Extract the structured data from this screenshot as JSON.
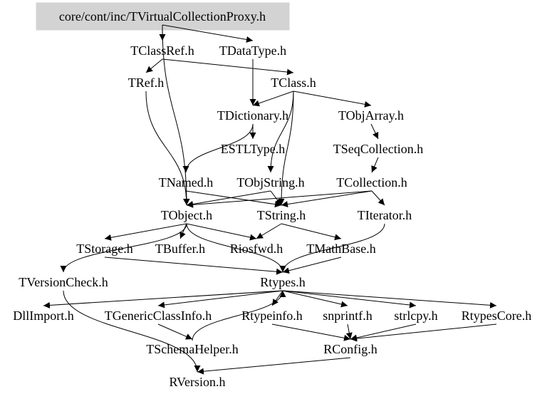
{
  "diagram": {
    "type": "include-dependency-graph",
    "root": "core/cont/inc/TVirtualCollectionProxy.h",
    "root_fill": "#d3d3d3",
    "nodes": [
      {
        "id": "root",
        "label": "core/cont/inc/TVirtualCollectionProxy.h"
      },
      {
        "id": "TClassRef",
        "label": "TClassRef.h"
      },
      {
        "id": "TDataType",
        "label": "TDataType.h"
      },
      {
        "id": "TRef",
        "label": "TRef.h"
      },
      {
        "id": "TClass",
        "label": "TClass.h"
      },
      {
        "id": "TDictionary",
        "label": "TDictionary.h"
      },
      {
        "id": "TObjArray",
        "label": "TObjArray.h"
      },
      {
        "id": "ESTLType",
        "label": "ESTLType.h"
      },
      {
        "id": "TSeqCollection",
        "label": "TSeqCollection.h"
      },
      {
        "id": "TNamed",
        "label": "TNamed.h"
      },
      {
        "id": "TObjString",
        "label": "TObjString.h"
      },
      {
        "id": "TCollection",
        "label": "TCollection.h"
      },
      {
        "id": "TObject",
        "label": "TObject.h"
      },
      {
        "id": "TString",
        "label": "TString.h"
      },
      {
        "id": "TIterator",
        "label": "TIterator.h"
      },
      {
        "id": "TStorage",
        "label": "TStorage.h"
      },
      {
        "id": "TBuffer",
        "label": "TBuffer.h"
      },
      {
        "id": "Riosfwd",
        "label": "Riosfwd.h"
      },
      {
        "id": "TMathBase",
        "label": "TMathBase.h"
      },
      {
        "id": "TVersionCheck",
        "label": "TVersionCheck.h"
      },
      {
        "id": "Rtypes",
        "label": "Rtypes.h"
      },
      {
        "id": "DllImport",
        "label": "DllImport.h"
      },
      {
        "id": "TGenericClassInfo",
        "label": "TGenericClassInfo.h"
      },
      {
        "id": "Rtypeinfo",
        "label": "Rtypeinfo.h"
      },
      {
        "id": "snprintf",
        "label": "snprintf.h"
      },
      {
        "id": "strlcpy",
        "label": "strlcpy.h"
      },
      {
        "id": "RtypesCore",
        "label": "RtypesCore.h"
      },
      {
        "id": "TSchemaHelper",
        "label": "TSchemaHelper.h"
      },
      {
        "id": "RConfig",
        "label": "RConfig.h"
      },
      {
        "id": "RVersion",
        "label": "RVersion.h"
      }
    ],
    "edges": [
      [
        "root",
        "TClassRef"
      ],
      [
        "root",
        "TDataType"
      ],
      [
        "root",
        "TObject"
      ],
      [
        "TClassRef",
        "TRef"
      ],
      [
        "TClassRef",
        "TClass"
      ],
      [
        "TRef",
        "TObject"
      ],
      [
        "TDataType",
        "TDictionary"
      ],
      [
        "TClass",
        "TDictionary"
      ],
      [
        "TClass",
        "TObjArray"
      ],
      [
        "TClass",
        "TObjString"
      ],
      [
        "TClass",
        "TString"
      ],
      [
        "TDictionary",
        "TNamed"
      ],
      [
        "TDictionary",
        "ESTLType"
      ],
      [
        "TObjArray",
        "TSeqCollection"
      ],
      [
        "TSeqCollection",
        "TCollection"
      ],
      [
        "TNamed",
        "TObject"
      ],
      [
        "TNamed",
        "TString"
      ],
      [
        "TObjString",
        "TObject"
      ],
      [
        "TObjString",
        "TString"
      ],
      [
        "TCollection",
        "TObject"
      ],
      [
        "TCollection",
        "TString"
      ],
      [
        "TCollection",
        "TIterator"
      ],
      [
        "TObject",
        "TStorage"
      ],
      [
        "TObject",
        "TBuffer"
      ],
      [
        "TObject",
        "Riosfwd"
      ],
      [
        "TObject",
        "TVersionCheck"
      ],
      [
        "TObject",
        "Rtypes"
      ],
      [
        "TString",
        "Riosfwd"
      ],
      [
        "TString",
        "TMathBase"
      ],
      [
        "TStorage",
        "Rtypes"
      ],
      [
        "TMathBase",
        "Rtypes"
      ],
      [
        "TIterator",
        "Rtypes"
      ],
      [
        "TVersionCheck",
        "RVersion"
      ],
      [
        "Rtypes",
        "DllImport"
      ],
      [
        "Rtypes",
        "TGenericClassInfo"
      ],
      [
        "Rtypes",
        "Rtypeinfo"
      ],
      [
        "Rtypes",
        "snprintf"
      ],
      [
        "Rtypes",
        "strlcpy"
      ],
      [
        "Rtypes",
        "RtypesCore"
      ],
      [
        "TGenericClassInfo",
        "TSchemaHelper"
      ],
      [
        "TSchemaHelper",
        "Rtypes"
      ],
      [
        "Rtypeinfo",
        "RConfig"
      ],
      [
        "snprintf",
        "RConfig"
      ],
      [
        "strlcpy",
        "RConfig"
      ],
      [
        "RtypesCore",
        "RConfig"
      ],
      [
        "RConfig",
        "RVersion"
      ]
    ]
  }
}
